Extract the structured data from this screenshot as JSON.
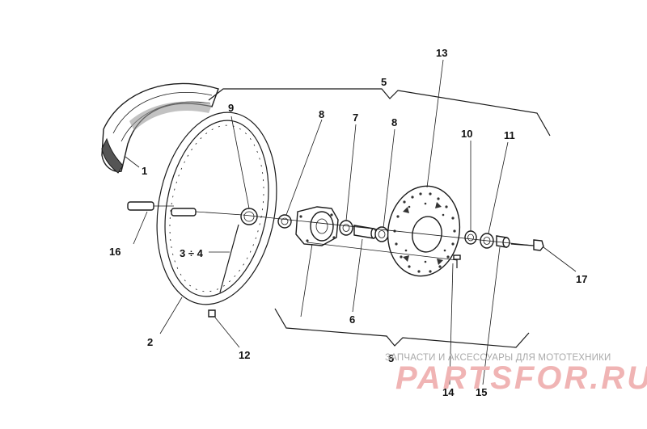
{
  "diagram": {
    "callouts": {
      "c1": "1",
      "c2": "2",
      "c34": "3 ÷ 4",
      "c5a": "5",
      "c5b": "5",
      "c6": "6",
      "c7": "7",
      "c8a": "8",
      "c8b": "8",
      "c9": "9",
      "c10": "10",
      "c11": "11",
      "c12": "12",
      "c13": "13",
      "c14": "14",
      "c15": "15",
      "c16": "16",
      "c17": "17"
    }
  },
  "watermark": {
    "caption": "ЗАПЧАСТИ И АКСЕССУАРЫ ДЛЯ МОТОТЕХНИКИ",
    "brand": "PARTSFOR.RU"
  },
  "colors": {
    "line": "#1a1a1a",
    "watermark_brand": "#f0b4b4",
    "watermark_caption": "#a9a9a9"
  }
}
